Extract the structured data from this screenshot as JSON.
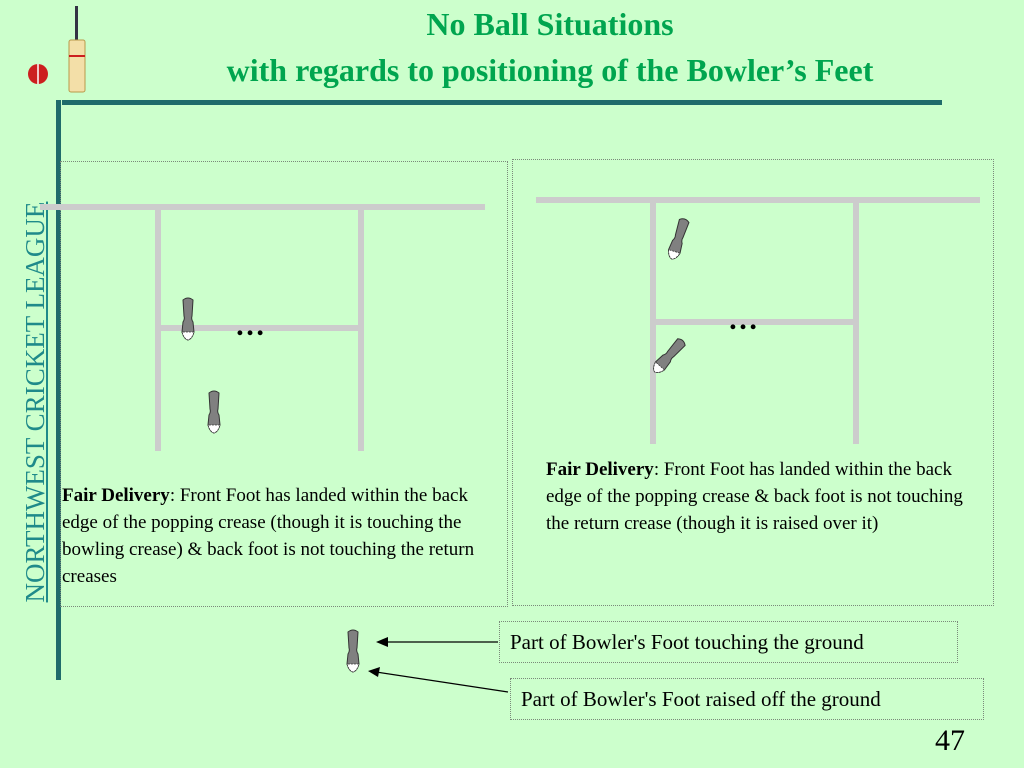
{
  "slide": {
    "title_line1": "No Ball Situations",
    "title_line2": "with regards to positioning of the Bowler’s Feet",
    "side_label": "NORTHWEST CRICKET LEAGUE",
    "page_number": "47",
    "ellipsis": "…"
  },
  "left_panel": {
    "desc_bold": "Fair Delivery",
    "desc_rest": ": Front Foot has landed within the back edge of the popping crease (though it is touching the bowling crease) & back foot is not touching the return creases"
  },
  "right_panel": {
    "desc_bold": "Fair Delivery",
    "desc_rest": ": Front Foot has landed within the back edge of the popping crease & back foot is not touching the return crease (though it is raised over it)"
  },
  "legend": {
    "touching": "Part of Bowler's Foot touching the ground",
    "raised": "Part of Bowler's Foot raised off the ground"
  },
  "colors": {
    "title": "#00a54f",
    "background": "#ccffcc",
    "crease": "#cccccc",
    "rule": "#1f6b6b"
  }
}
